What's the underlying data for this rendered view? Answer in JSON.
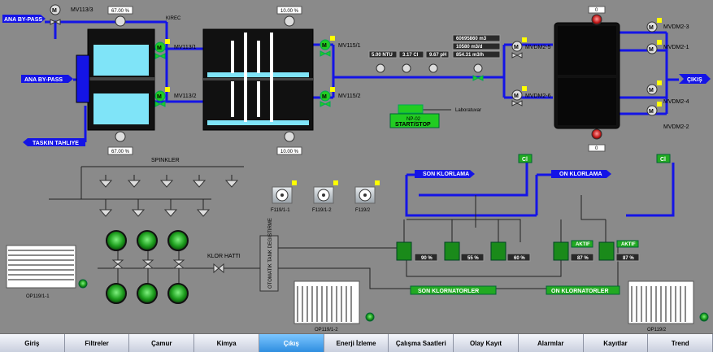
{
  "colors": {
    "pipe": "#1414e6",
    "water": "#7fe4f8",
    "tank": "#111111",
    "valve_green": "#22cc22",
    "panel_bg": "#8a8a8a",
    "nav_active": "#2f8ee0"
  },
  "labels": {
    "ana_bypass_top": "ANA BY-PASS",
    "ana_bypass_left": "ANA BY-PASS",
    "taskin_tahliye": "TASKIN TAHLIYE",
    "cikis": "ÇIKIŞ",
    "spinkler": "SPINKLER",
    "son_klorlama": "SON KLORLAMA",
    "on_klorlama": "ON KLORLAMA",
    "son_klornatorler": "SON KLORNATORLER",
    "on_klornatorler": "ON KLORNATORLER",
    "klor_hatti": "KLOR HATTI",
    "tank_label": "OTOMATIK TANK DEGISTIRME",
    "laboratuvar": "Laboratuvar",
    "pump_np02": "NP-02",
    "pump_start_stop": "START/STOP",
    "kirec": "KIREC",
    "cl": "Cl",
    "aktif": "AKTIF"
  },
  "valves": {
    "mv113_3": "MV113/3",
    "mv113_1": "MV113/1",
    "mv113_2": "MV113/2",
    "mv115_1": "MV115/1",
    "mv115_2": "MV115/2",
    "mvdm2_5": "MVDM2-5",
    "mvdm2_6": "MVDM2-6",
    "mvdm2_3": "MVDM2-3",
    "mvdm2_1": "MVDM2-1",
    "mvdm2_4": "MVDM2-4",
    "mvdm2_2": "MVDM2-2"
  },
  "values": {
    "level_top1": "67.00 %",
    "level_bot1": "67.00 %",
    "level_top2": "10.00 %",
    "level_bot2": "10.00 %",
    "ntu": "5.00 NTU",
    "cl": "3.17 Cl",
    "ph": "9.67 pH",
    "flow_total": "60695860 m3",
    "flow_day": "10580 m3/d",
    "flow_rate": "854.31 m3/h",
    "top_right": "0",
    "bot_right": "0",
    "son_chlor_1": "90 %",
    "son_chlor_2": "55 %",
    "son_chlor_3": "60 %",
    "on_chlor_1": "87 %",
    "on_chlor_2": "87 %"
  },
  "fans": {
    "f1": "F119/1-1",
    "f2": "F119/1-2",
    "f3": "F119/2"
  },
  "panels": {
    "op1": "OP119/1-1",
    "op2": "OP119/1-2",
    "op3": "OP119/2"
  },
  "nav": {
    "active_index": 4,
    "items": [
      "Giriş",
      "Filtreler",
      "Çamur",
      "Kimya",
      "Çıkış",
      "Enerji İzleme",
      "Çalışma Saatleri",
      "Olay Kayıt",
      "Alarmlar",
      "Kayıtlar",
      "Trend"
    ]
  }
}
